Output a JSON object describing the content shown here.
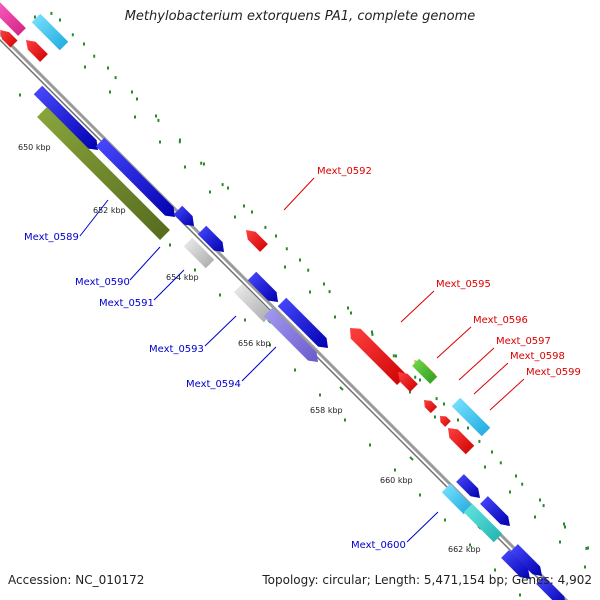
{
  "title": "Methylobacterium extorquens PA1, complete genome",
  "footer": {
    "accession": "Accession: NC_010172",
    "summary": "Topology: circular; Length: 5,471,154 bp; Genes: 4,902"
  },
  "colors": {
    "forward_label": "#0000cc",
    "reverse_label": "#dd0000",
    "backbone": "#999999",
    "tick": "#2a8a2a"
  },
  "ticks": [
    {
      "label": "650 kbp"
    },
    {
      "label": "652 kbp"
    },
    {
      "label": "654 kbp"
    },
    {
      "label": "656 kbp"
    },
    {
      "label": "658 kbp"
    },
    {
      "label": "660 kbp"
    },
    {
      "label": "662 kbp"
    }
  ],
  "gene_labels": [
    {
      "text": "Mext_0589",
      "strand": "forward"
    },
    {
      "text": "Mext_0590",
      "strand": "forward"
    },
    {
      "text": "Mext_0591",
      "strand": "forward"
    },
    {
      "text": "Mext_0592",
      "strand": "reverse"
    },
    {
      "text": "Mext_0593",
      "strand": "forward"
    },
    {
      "text": "Mext_0594",
      "strand": "forward"
    },
    {
      "text": "Mext_0595",
      "strand": "reverse"
    },
    {
      "text": "Mext_0596",
      "strand": "reverse"
    },
    {
      "text": "Mext_0597",
      "strand": "reverse"
    },
    {
      "text": "Mext_0598",
      "strand": "reverse"
    },
    {
      "text": "Mext_0599",
      "strand": "reverse"
    },
    {
      "text": "Mext_0600",
      "strand": "forward"
    }
  ]
}
